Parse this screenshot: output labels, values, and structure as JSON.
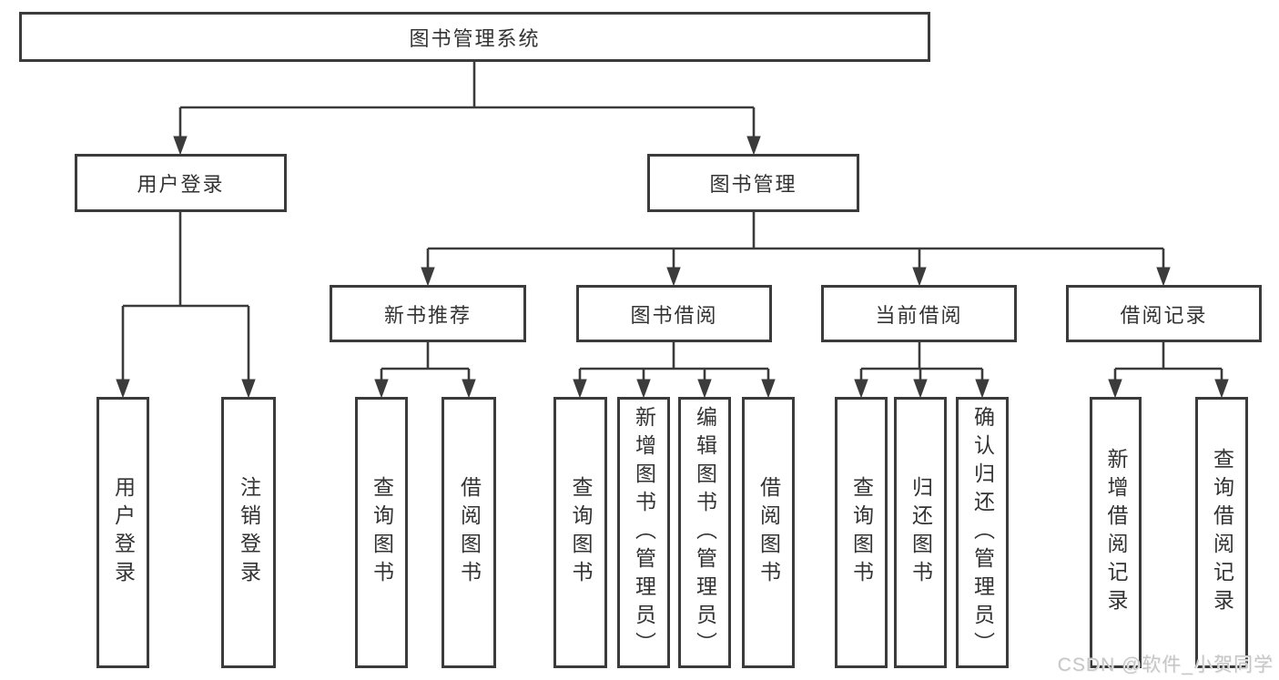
{
  "diagram": {
    "root_label": "图书管理系统",
    "level2": {
      "user_login": "用户登录",
      "book_mgmt": "图书管理"
    },
    "level3": {
      "new_book": "新书推荐",
      "book_borrow": "图书借阅",
      "current_borrow": "当前借阅",
      "borrow_record": "借阅记录"
    },
    "leaves": {
      "user_login": [
        "用户登录",
        "注销登录"
      ],
      "new_book": [
        "查询图书",
        "借阅图书"
      ],
      "book_borrow": [
        "查询图书",
        "新增图书（管理员）",
        "编辑图书（管理员）",
        "借阅图书"
      ],
      "current_borrow": [
        "查询图书",
        "归还图书",
        "确认归还（管理员）"
      ],
      "borrow_record": [
        "新增借阅记录",
        "查询借阅记录"
      ]
    }
  },
  "watermark": "CSDN @软件_小贺同学",
  "colors": {
    "line": "#3b3b3b",
    "text": "#333333",
    "watermark": "#c6c6c6"
  }
}
